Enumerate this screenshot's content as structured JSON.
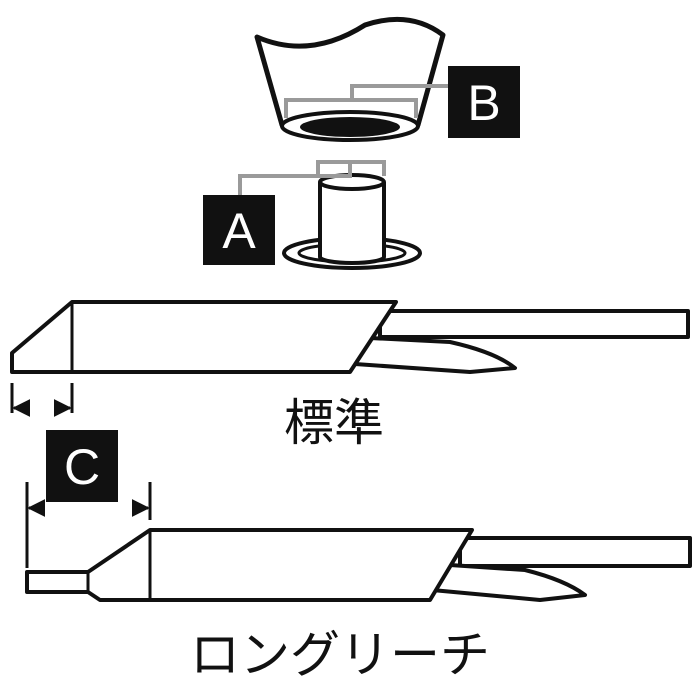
{
  "labels": {
    "A": "A",
    "B": "B",
    "C": "C"
  },
  "captions": {
    "standard": "標準",
    "long_reach": "ロングリーチ"
  },
  "colors": {
    "outline": "#111111",
    "leader": "#9a9a9a",
    "label_bg": "#111111",
    "label_text": "#ffffff",
    "background": "#ffffff"
  }
}
